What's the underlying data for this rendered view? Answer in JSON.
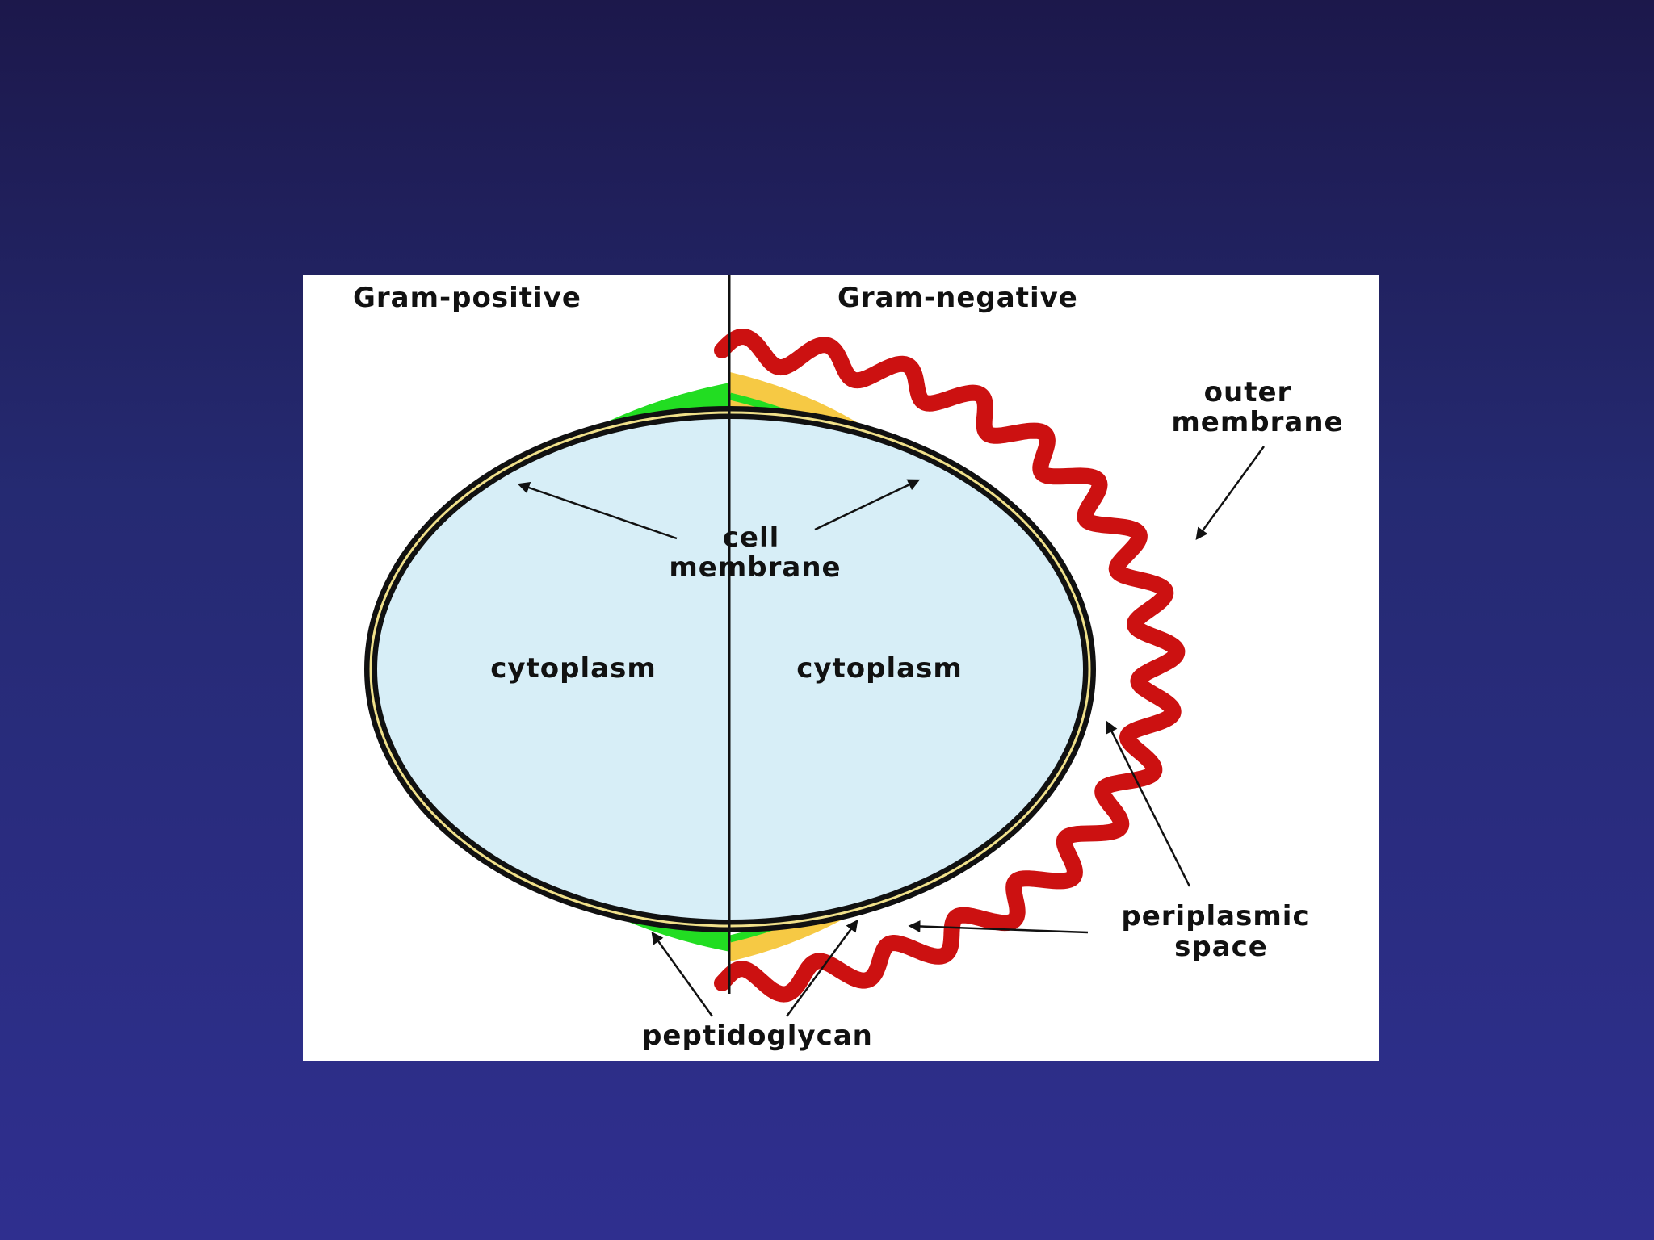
{
  "diagram": {
    "headings": {
      "left": "Gram-positive",
      "right": "Gram-negative"
    },
    "labels": {
      "outer_membrane": [
        "outer",
        "membrane"
      ],
      "cell_membrane": [
        "cell",
        "membrane"
      ],
      "cytoplasm_left": "cytoplasm",
      "cytoplasm_right": "cytoplasm",
      "periplasmic_space": [
        "periplasmic",
        "space"
      ],
      "peptidoglycan": "peptidoglycan"
    },
    "colors": {
      "background": "#252a72",
      "cytoplasm": "#d7eef7",
      "peptidoglycan": "#22dd22",
      "outer_membrane": "#cc1111",
      "periplasmic_space": "#f6c944",
      "membrane": "#111111"
    }
  }
}
